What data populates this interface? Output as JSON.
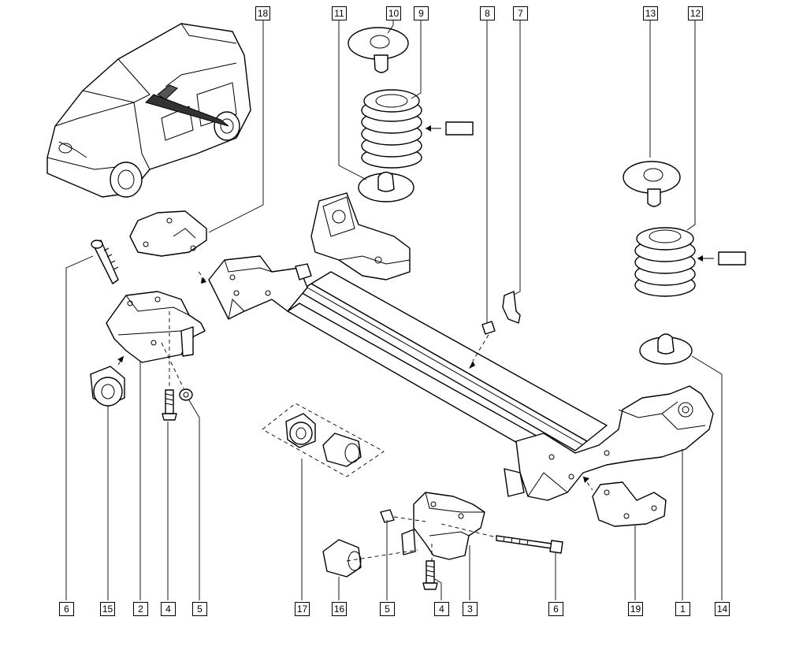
{
  "callouts": {
    "c18": "18",
    "c11": "11",
    "c10": "10",
    "c9": "9",
    "c8": "8",
    "c7": "7",
    "c13": "13",
    "c12": "12",
    "b6a": "6",
    "b15": "15",
    "b2": "2",
    "b4a": "4",
    "b5a": "5",
    "b17": "17",
    "b16": "16",
    "b5b": "5",
    "b4b": "4",
    "b3": "3",
    "b6b": "6",
    "b19": "19",
    "b1": "1",
    "b14": "14"
  }
}
